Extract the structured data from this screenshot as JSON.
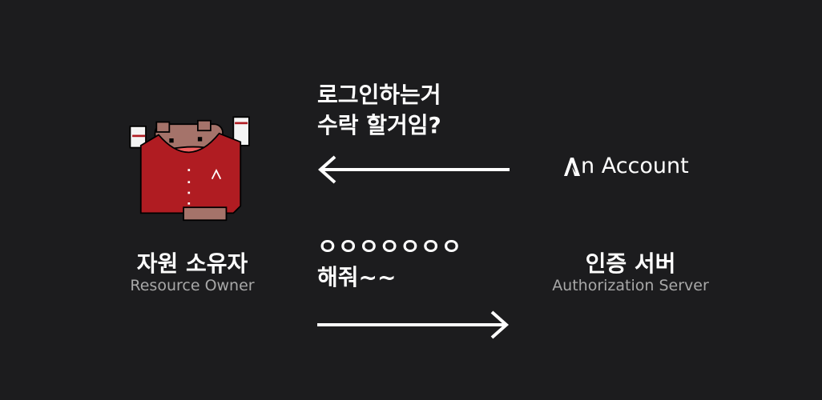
{
  "resource_owner": {
    "title": "자원 소유자",
    "subtitle": "Resource Owner"
  },
  "auth_server": {
    "title": "인증 서버",
    "subtitle": "Authorization Server",
    "logo": {
      "name": "An Account",
      "text_after_mark": "n Account"
    }
  },
  "messages": {
    "request": {
      "line1": "로그인하는거",
      "line2": "수락 할거임?"
    },
    "response": {
      "line1": "ㅇㅇㅇㅇㅇㅇㅇ",
      "line2": "해줘~~"
    }
  },
  "colors": {
    "background": "#1c1c1e",
    "text": "#ffffff",
    "subtext": "#a8a8a8",
    "jacket": "#b01c22",
    "bear": "#a5736a"
  }
}
